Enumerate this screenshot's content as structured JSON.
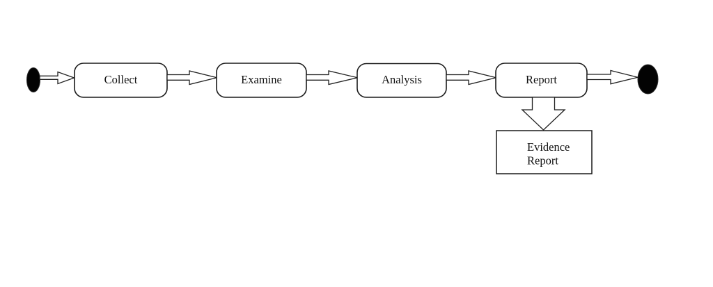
{
  "diagram": {
    "colors": {
      "background": "#ffffff",
      "stroke": "#1a1a1a",
      "shape_fill": "#ffffff",
      "terminal_fill": "#000000",
      "text": "#111111"
    },
    "activities": [
      {
        "label": "Collect"
      },
      {
        "label": "Examine"
      },
      {
        "label": "Analysis"
      },
      {
        "label": "Report"
      }
    ],
    "artifact": {
      "lines": [
        "Evidence",
        "Report"
      ]
    }
  }
}
